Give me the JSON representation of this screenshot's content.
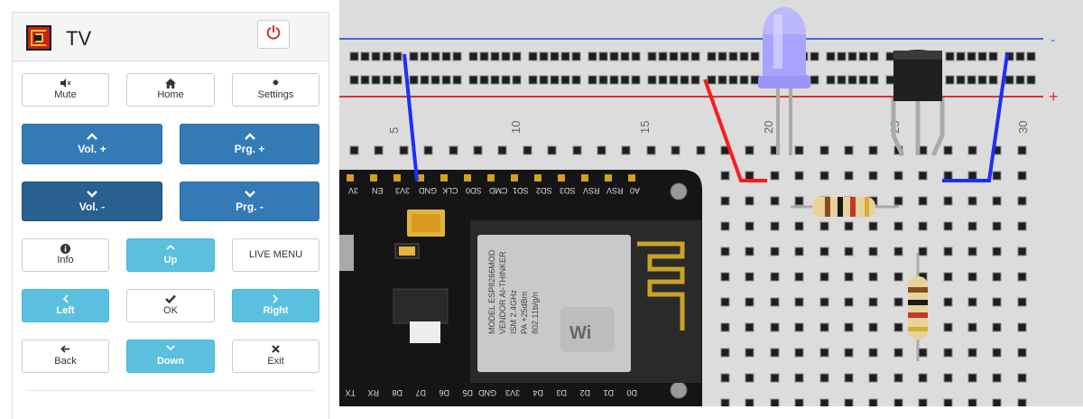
{
  "remote": {
    "title": "TV",
    "power_icon": "power-icon",
    "buttons": {
      "mute": {
        "label": "Mute",
        "icon": "volume-off-icon"
      },
      "home": {
        "label": "Home",
        "icon": "home-icon"
      },
      "settings": {
        "label": "Settings",
        "icon": "gear-icon"
      },
      "vol_up": {
        "label": "Vol. +",
        "icon": "chevron-up-icon"
      },
      "prg_up": {
        "label": "Prg. +",
        "icon": "chevron-up-icon"
      },
      "vol_down": {
        "label": "Vol. -",
        "icon": "chevron-down-icon"
      },
      "prg_down": {
        "label": "Prg. -",
        "icon": "chevron-down-icon"
      },
      "info": {
        "label": "Info",
        "icon": "info-icon"
      },
      "up": {
        "label": "Up",
        "icon": "chevron-up-icon"
      },
      "live_menu": {
        "label": "LIVE MENU"
      },
      "left": {
        "label": "Left",
        "icon": "chevron-left-icon"
      },
      "ok": {
        "label": "OK",
        "icon": "check-icon"
      },
      "right": {
        "label": "Right",
        "icon": "chevron-right-icon"
      },
      "back": {
        "label": "Back",
        "icon": "arrow-left-icon"
      },
      "down": {
        "label": "Down",
        "icon": "chevron-down-icon"
      },
      "exit": {
        "label": "Exit",
        "icon": "close-icon"
      }
    }
  },
  "breadboard": {
    "rail_minus": "-",
    "rail_plus": "+",
    "column_numbers": [
      "5",
      "10",
      "15",
      "20",
      "25",
      "30"
    ],
    "pin_labels": [
      "3V",
      "EN",
      "3V3",
      "GND",
      "CLK",
      "SD0",
      "CMD",
      "SD1",
      "SD2",
      "SD3",
      "RSV",
      "RSV",
      "A0"
    ],
    "bottom_pin_labels": [
      "TX",
      "RX",
      "D8",
      "D7",
      "D6",
      "D5",
      "GND",
      "3V3",
      "D4",
      "D3",
      "D2",
      "D1",
      "D0"
    ],
    "module_text": [
      "MODEL ESP8266MOD",
      "VENDOR AI-THINKER",
      "ISM 2.4GHz",
      "PA +25dBm",
      "802.11b/g/n"
    ],
    "colors": {
      "wire_blue": "#1a2fff",
      "wire_red": "#ff1a1a",
      "rail_blue": "#3b6bd6",
      "rail_red": "#e03030"
    }
  }
}
